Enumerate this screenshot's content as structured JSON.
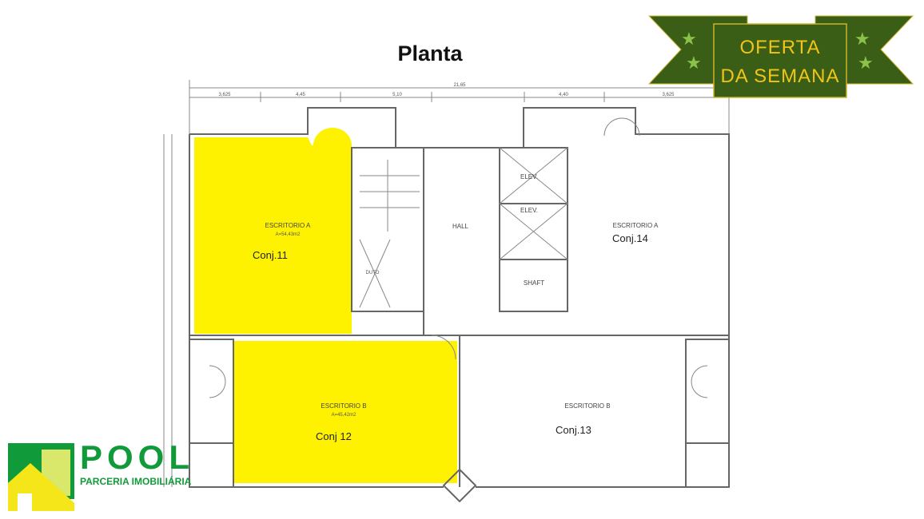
{
  "title": "Planta",
  "banner": {
    "line1": "OFERTA",
    "line2": "DA SEMANA",
    "bg_color": "#3b5e17",
    "text_color": "#f0c419",
    "star_color": "#8bc34a"
  },
  "logo": {
    "name": "POOL",
    "tagline": "PARCERIA IMOBILIÁRIA",
    "green": "#119a3a",
    "yellow": "#f5e61a"
  },
  "highlight_color": "#fff200",
  "dimensions": {
    "total": "21,65",
    "segments": [
      "3,625",
      "4,45",
      "5,10",
      "4,40",
      "3,625"
    ]
  },
  "rooms": {
    "conj11": {
      "name": "ESCRITORIO A",
      "area": "A=54,43m2",
      "label": "Conj.11"
    },
    "conj12": {
      "name": "ESCRITORIO B",
      "area": "A=45,42m2",
      "label": "Conj 12"
    },
    "conj13": {
      "name": "ESCRITORIO B",
      "label": "Conj.13"
    },
    "conj14": {
      "name": "ESCRITORIO A",
      "label": "Conj.14"
    },
    "hall": "HALL",
    "elev1": "ELEV.",
    "elev2": "ELEV.",
    "shaft": "SHAFT",
    "duto": "DUTO"
  }
}
